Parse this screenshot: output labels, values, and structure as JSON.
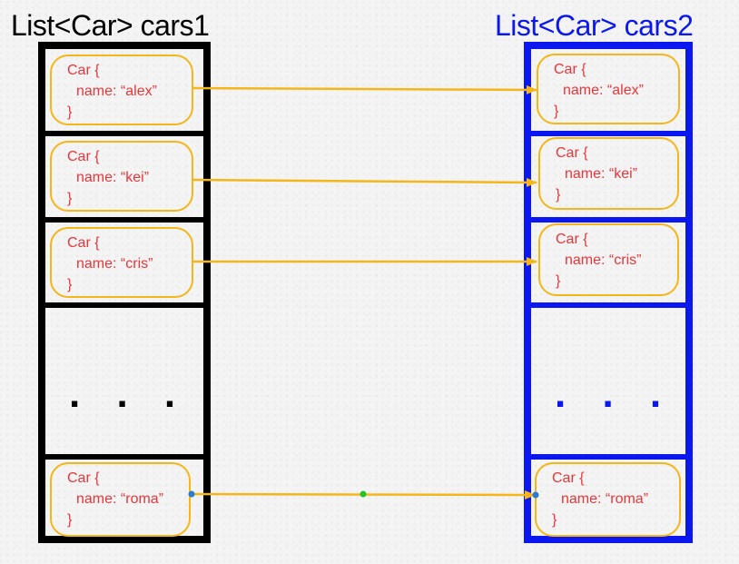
{
  "lists": [
    {
      "title": "List<Car> cars1",
      "color": "#000000",
      "ellipsis": ". . .",
      "cars": [
        {
          "open": "Car {",
          "name_line": "name: “alex”",
          "close": "}"
        },
        {
          "open": "Car {",
          "name_line": "name: “kei”",
          "close": "}"
        },
        {
          "open": "Car {",
          "name_line": "name: “cris”",
          "close": "}"
        },
        {
          "open": "Car {",
          "name_line": "name: “roma”",
          "close": "}"
        }
      ]
    },
    {
      "title": "List<Car> cars2",
      "color": "#0a17ee",
      "ellipsis": ". . .",
      "cars": [
        {
          "open": "Car {",
          "name_line": "name: “alex”",
          "close": "}"
        },
        {
          "open": "Car {",
          "name_line": "name: “kei”",
          "close": "}"
        },
        {
          "open": "Car {",
          "name_line": "name: “cris”",
          "close": "}"
        },
        {
          "open": "Car {",
          "name_line": "name: “roma”",
          "close": "}"
        }
      ]
    }
  ],
  "colors": {
    "car_border": "#f4b618",
    "car_text": "#e8363a",
    "arrow": "#f4b618",
    "endpoint_dot": "#2a7bd4",
    "midpoint_dot": "#22c322"
  }
}
